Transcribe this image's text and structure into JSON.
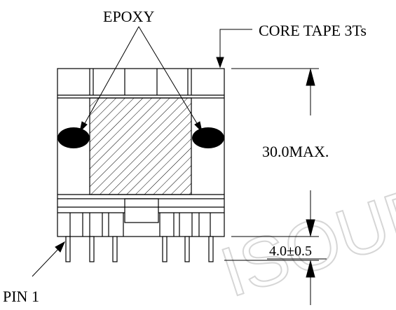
{
  "labels": {
    "epoxy": "EPOXY",
    "core_tape": "CORE TAPE 3Ts",
    "height_dim": "30.0MAX.",
    "standoff_dim": "4.0±0.5",
    "pin1": "PIN 1"
  },
  "watermark": "ISOUR",
  "colors": {
    "line": "#000000",
    "epoxy_fill": "#000000",
    "watermark": "#d6d6d6"
  }
}
